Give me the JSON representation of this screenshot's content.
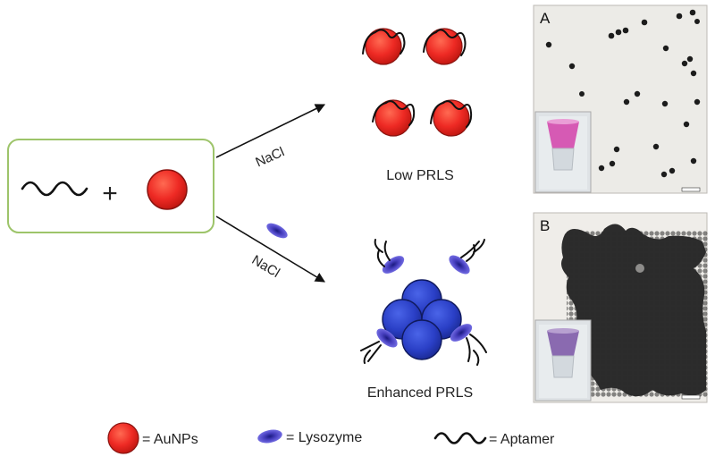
{
  "labels": {
    "nacl_top": "NaCl",
    "nacl_bottom": "NaCl",
    "low_prls": "Low PRLS",
    "enhanced_prls": "Enhanced PRLS",
    "plus": "+"
  },
  "panels": {
    "a_letter": "A",
    "b_letter": "B"
  },
  "legend": {
    "aunps": "= AuNPs",
    "lysozyme": "= Lysozyme",
    "aptamer": "= Aptamer"
  },
  "colors": {
    "aunp_fill": "#ee2a24",
    "aunp_stroke": "#8a1410",
    "aggregate_fill": "#2a3fc6",
    "aggregate_stroke": "#101a5e",
    "lysozyme_fill": "#6860e0",
    "lysozyme_core": "#1a1a80",
    "box_border": "#9dc46a",
    "tem_bg_a": "#eceae6",
    "tem_bg_b": "#f1efec",
    "tube_pink": "#d65ab4",
    "tube_purple": "#8a6ab0"
  }
}
